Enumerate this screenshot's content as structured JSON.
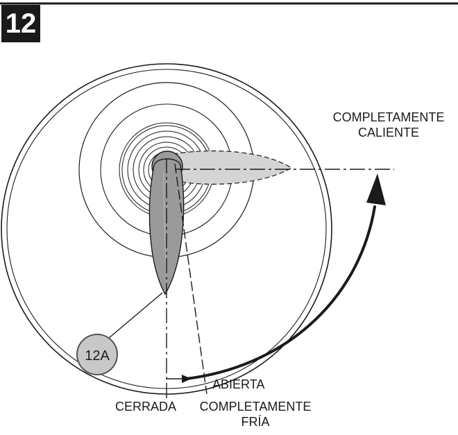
{
  "step_number": "12",
  "callout": {
    "id": "12A",
    "fill": "#c8c8c8",
    "stroke": "#555555"
  },
  "labels": {
    "hot_line1": "COMPLETAMENTE",
    "hot_line2": "CALIENTE",
    "open": "ABIERTA",
    "closed": "CERRADA",
    "cold_line1": "COMPLETAMENTE",
    "cold_line2": "FRÍA"
  },
  "colors": {
    "line": "#1a1a1a",
    "handle_fill": "#9a9a9a",
    "handle_ghost_fill": "#d4d4d4",
    "badge_bg": "#1a1a1a",
    "badge_text": "#ffffff"
  },
  "icons": {
    "rotation_arrow": "curved-arrow-icon"
  }
}
